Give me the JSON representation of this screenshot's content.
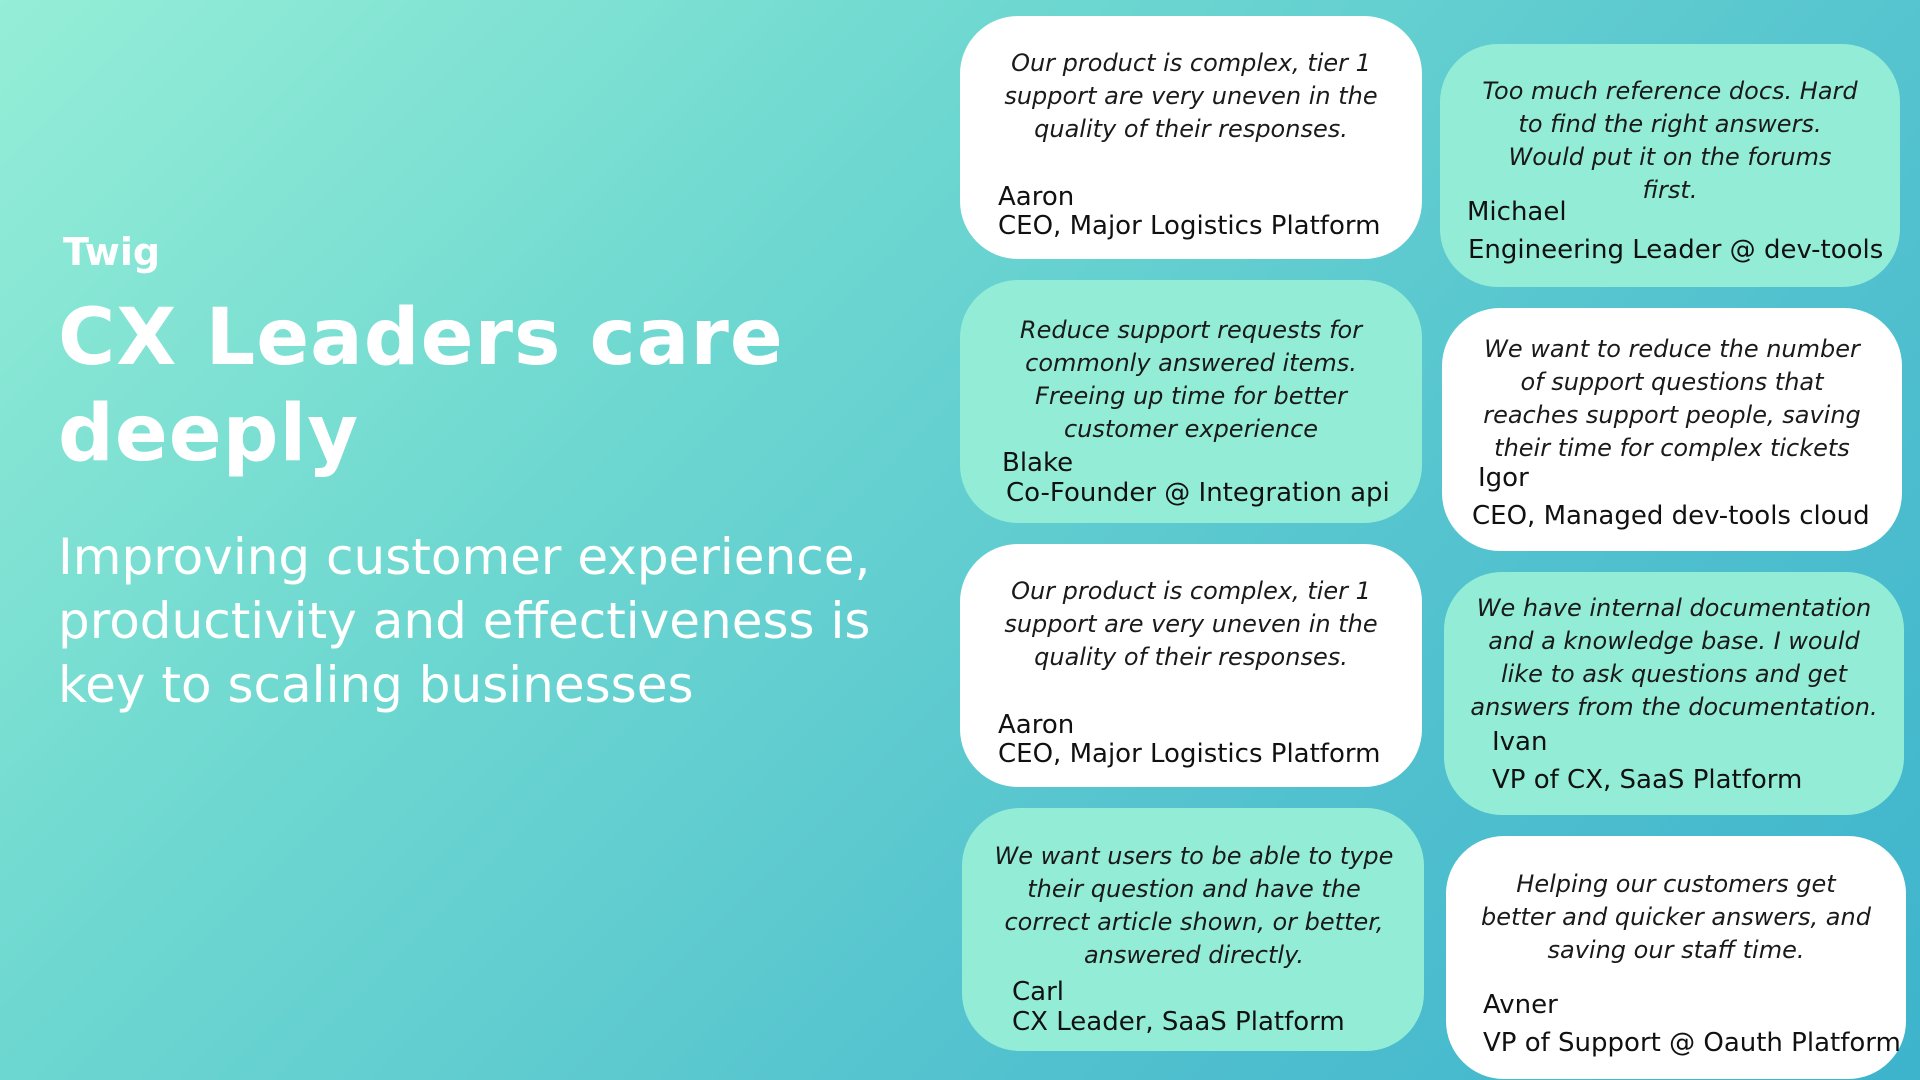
{
  "brand": "Twig",
  "headline": "CX Leaders care deeply",
  "subtitle": "Improving customer experience, productivity and effectiveness is key to scaling businesses",
  "colors": {
    "background_start": "#95eed7",
    "background_end": "#3db4cc",
    "card_white": "#ffffff",
    "card_mint": "#93edd6",
    "text": "#ffffff"
  },
  "testimonials": [
    {
      "quote": "Our product is complex, tier 1 support are very uneven in the quality of their responses.",
      "name": "Aaron",
      "title": "CEO, Major Logistics Platform",
      "style": "white"
    },
    {
      "quote": "Too much reference docs. Hard to find the right answers. Would put it on the forums first.",
      "name": "Michael",
      "title": "Engineering Leader @ dev-tools",
      "style": "mint"
    },
    {
      "quote": "Reduce support requests for commonly answered items. Freeing up time for better customer experience",
      "name": "Blake",
      "title": "Co-Founder @ Integration api",
      "style": "mint"
    },
    {
      "quote": "We want to reduce the number of support questions that reaches support people, saving their time for complex tickets",
      "name": "Igor",
      "title": "CEO, Managed dev-tools cloud",
      "style": "white"
    },
    {
      "quote": "Our product is complex, tier 1 support are very uneven in the quality of their responses.",
      "name": "Aaron",
      "title": "CEO, Major Logistics Platform",
      "style": "white"
    },
    {
      "quote": "We have internal documentation and a knowledge base. I would like to ask questions and get answers from the documentation.",
      "name": "Ivan",
      "title": "VP of CX, SaaS Platform",
      "style": "mint"
    },
    {
      "quote": "We want users to be able to type their question and have the correct article shown, or better, answered directly.",
      "name": "Carl",
      "title": "CX Leader, SaaS Platform",
      "style": "mint"
    },
    {
      "quote": "Helping our customers get better and quicker answers, and saving our staff time.",
      "name": "Avner",
      "title": "VP of Support @ Oauth Platform",
      "style": "white"
    }
  ]
}
